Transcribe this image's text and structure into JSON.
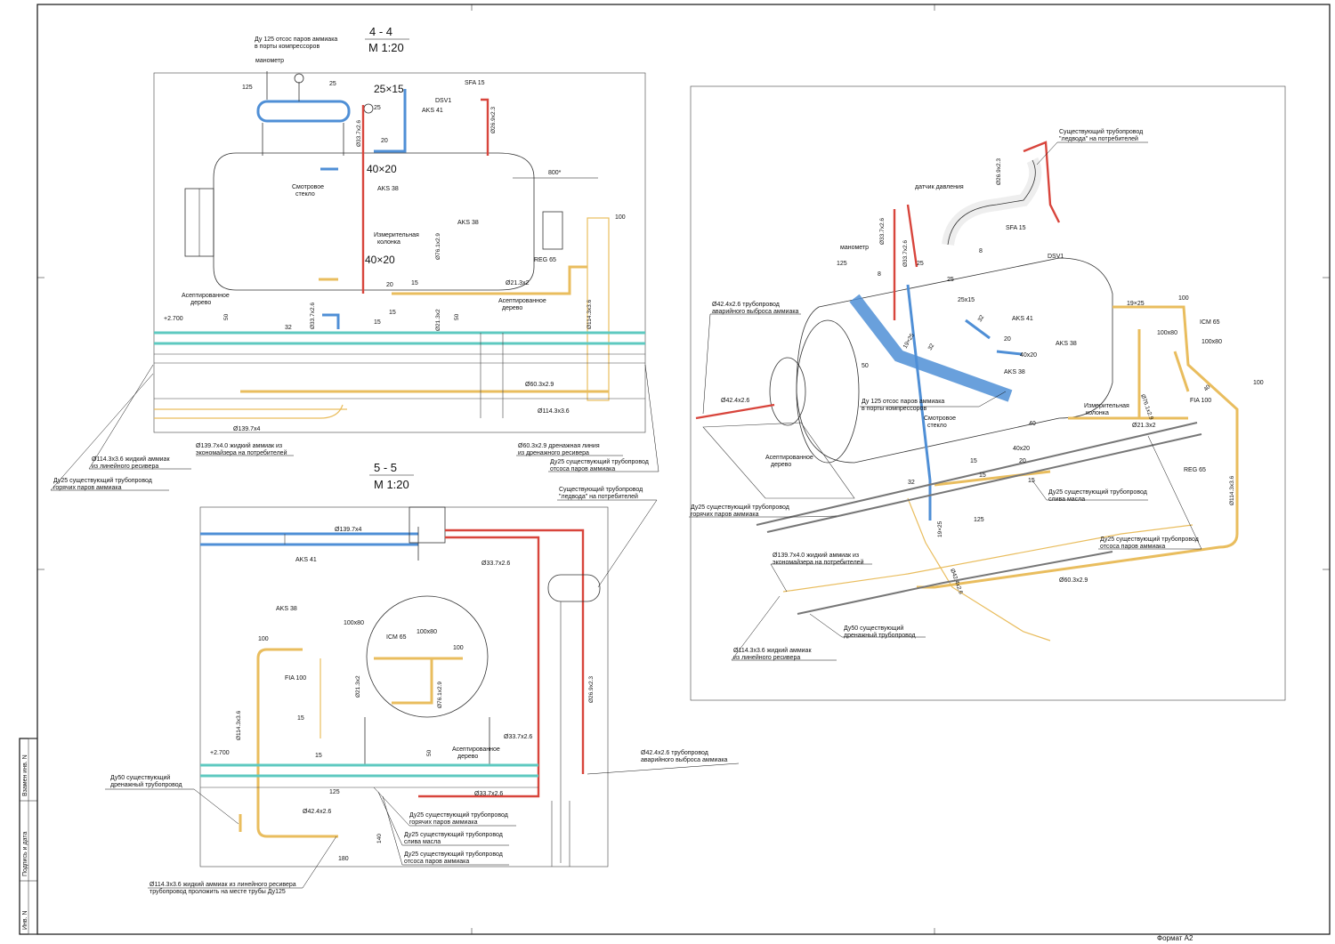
{
  "sheet": {
    "format_label": "Формат А2",
    "stamp": {
      "inv_no": "Инв. N",
      "sign_date": "Подпись и дата",
      "replaced_inv": "Взамен инв. N"
    }
  },
  "views": {
    "section_44": {
      "title": "4 - 4",
      "scale": "М 1:20",
      "labels": {
        "suction_note_1": "Ду 125 отсос паров аммиака",
        "suction_note_2": "в порты компрессоров",
        "manometer": "манометр",
        "n125": "125",
        "n25a": "25",
        "n25b": "25",
        "box_25x15": "25×15",
        "dsv1": "DSV1",
        "sfa15": "SFA 15",
        "aks41": "AKS 41",
        "d33": "Ø33.7x2.6",
        "d26": "Ø26.9x2.3",
        "n20a": "20",
        "box_40x20a": "40×20",
        "aks38a": "AKS 38",
        "aks38b": "AKS 38",
        "sight_1": "Смотровое",
        "sight_2": "стекло",
        "dim800": "800*",
        "n100": "100",
        "col_1": "Измерительная",
        "col_2": "колонка",
        "d76": "Ø76.1x2.9",
        "reg65": "REG 65",
        "box_40x20b": "40×20",
        "n20b": "20",
        "n15a": "15",
        "d21a": "Ø21.3x2",
        "wood_1": "Асептированное",
        "wood_2": "дерево",
        "wood2_1": "Асептированное",
        "wood2_2": "дерево",
        "d33b": "Ø33.7x2.6",
        "n15b": "15",
        "n15c": "15",
        "d21b": "Ø21.3x2",
        "d114v": "Ø114.3x3.6",
        "elev": "+2.700",
        "n50a": "50",
        "n50b": "50",
        "n32": "32",
        "d60": "Ø60.3x2.9",
        "d114h": "Ø114.3x3.6",
        "d139": "Ø139.7x4"
      },
      "callouts": {
        "liq_eco_1": "Ø139.7x4.0 жидкий аммиак из",
        "liq_eco_2": "экономайзера на потребителей",
        "liq_rec_1": "Ø114.3x3.6 жидкий аммиак",
        "liq_rec_2": "из линейного ресивера",
        "hot_1": "Ду25 существующий трубопровод",
        "hot_2": "горячих паров аммиака",
        "drain_1": "Ø60.3x2.9 дренажная линия",
        "drain_2": "из дренажного ресивера",
        "suct_1": "Ду25 существующий трубопровод",
        "suct_2": "отсоса паров аммиака"
      }
    },
    "section_55": {
      "title": "5 - 5",
      "scale": "М 1:20",
      "labels": {
        "existing_1": "Существующий трубопровод",
        "existing_2": "\"ледвода\" на потребителей",
        "d139": "Ø139.7x4",
        "d33a": "Ø33.7x2.6",
        "aks41": "AKS 41",
        "aks38": "AKS 38",
        "n100x80a": "100x80",
        "icm65": "ICM 65",
        "n100x80b": "100x80",
        "n100a": "100",
        "n100b": "100",
        "fia100": "FIA 100",
        "d21": "Ø21.3x2",
        "d76": "Ø76.1x2.9",
        "d26": "Ø26.9x2.3",
        "d114": "Ø114.3x3.6",
        "n15a": "15",
        "n15b": "15",
        "d33b": "Ø33.7x2.6",
        "n50": "50",
        "wood_1": "Асептированное",
        "wood_2": "дерево",
        "elev": "+2.700",
        "n125": "125",
        "d33c": "Ø33.7x2.6",
        "d42": "Ø42.4x2.6",
        "n140": "140",
        "n180": "180"
      },
      "callouts": {
        "drain_1": "Ду50 существующий",
        "drain_2": "дренажный трубопровод",
        "emerg_1": "Ø42.4x2.6 трубопровод",
        "emerg_2": "аварийного выброса аммиака",
        "hot_1": "Ду25 существующий трубопровод",
        "hot_2": "горячих паров аммиака",
        "oil_1": "Ду25 существующий трубопровод",
        "oil_2": "слива масла",
        "suct_1": "Ду25 существующий трубопровод",
        "suct_2": "отсоса паров аммиака",
        "liq_1": "Ø114.3x3.6 жидкий аммиак из линейного ресивера",
        "liq_2": "трубопровод проложить на месте трубы Ду125"
      }
    },
    "isometric": {
      "labels": {
        "existing_1": "Существующий трубопровод",
        "existing_2": "\"ледвода\" на потребителей",
        "d26": "Ø26.9x2.3",
        "pressure": "датчик давления",
        "d33a": "Ø33.7x2.6",
        "d33b": "Ø33.7x2.6",
        "manometer": "манометр",
        "n125a": "125",
        "n8a": "8",
        "n8b": "8",
        "n25a": "25",
        "n25b": "25",
        "sfa15": "SFA 15",
        "dsv1": "DSV1",
        "n25x15": "25x15",
        "n100a": "100",
        "n19x25a": "19×25",
        "icm65": "ICM 65",
        "n100x80a": "100x80",
        "n100x80b": "100x80",
        "aks41": "AKS 41",
        "n20a": "20",
        "n40x20a": "40x20",
        "aks38a": "AKS 38",
        "aks38b": "AKS 38",
        "n19x25b": "19×25",
        "n32a": "32",
        "n32b": "32",
        "n50": "50",
        "d76": "Ø76.1x2.9",
        "fia100": "FIA 100",
        "n40a": "40",
        "col_1": "Измерительная",
        "col_2": "колонка",
        "d21": "Ø21.3x2",
        "sight_1": "Смотровое",
        "sight_2": "стекло",
        "n40x20b": "40x20",
        "n15a": "15",
        "n20b": "20",
        "n15b": "15",
        "n15c": "15",
        "n32c": "32",
        "reg65": "REG 65",
        "n125b": "125",
        "n19x25c": "19×25",
        "d114": "Ø114.3x3.6",
        "d42": "Ø42.4x2.6",
        "d42b": "Ø42.4x2.6",
        "d60": "Ø60.3x2.9",
        "n40b": "40",
        "wood_1": "Асептированное",
        "wood_2": "дерево",
        "n100b": "100"
      },
      "callouts": {
        "emerg_1": "Ø42.4x2.6 трубопровод",
        "emerg_2": "аварийного выброса аммиака",
        "suction_1": "Ду 125 отсос паров аммиака",
        "suction_2": "в порты компрессоров",
        "hot_1": "Ду25 существующий трубопровод",
        "hot_2": "горячих паров аммиака",
        "oil_1": "Ду25 существующий трубопровод",
        "oil_2": "слива масла",
        "suct_1": "Ду25 существующий трубопровод",
        "suct_2": "отсоса паров аммиака",
        "eco_1": "Ø139.7x4.0 жидкий аммиак из",
        "eco_2": "экономайзера на потребителей",
        "drain_1": "Ду50 существующий",
        "drain_2": "дренажный трубопровод",
        "liq_1": "Ø114.3x3.6 жидкий аммиак",
        "liq_2": "из линейного ресивера"
      }
    }
  }
}
